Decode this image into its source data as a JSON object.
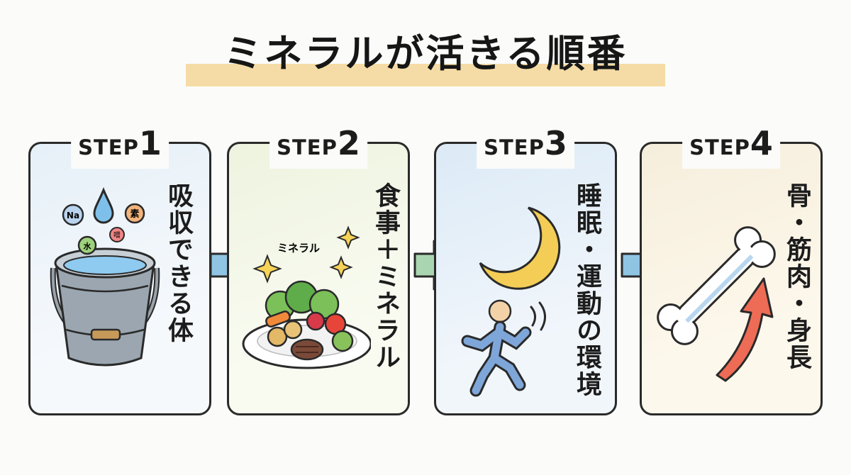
{
  "title": "ミネラルが活きる順番",
  "steps": [
    {
      "word": "STEP",
      "num": "1",
      "text": "吸収できる体",
      "icon": "water-bucket-icon",
      "labels": {
        "na": "Na",
        "water": "水",
        "element": "素",
        "small": "噌"
      }
    },
    {
      "word": "STEP",
      "num": "2",
      "text": "食事＋ミネラル",
      "icon": "food-plate-icon",
      "labels": {
        "mineral": "ミネラル"
      }
    },
    {
      "word": "STEP",
      "num": "3",
      "text": "睡眠・運動の環境",
      "icon": "moon-runner-icon"
    },
    {
      "word": "STEP",
      "num": "4",
      "text": "骨・筋肉・身長",
      "icon": "bone-growth-icon"
    }
  ],
  "colors": {
    "highlight": "#f5dca6",
    "outline": "#2a2a2a",
    "arrow_blue": "#8fc4e3",
    "arrow_green": "#a9d6b0",
    "moon": "#f3cd55",
    "growth_arrow": "#ee6c55"
  }
}
